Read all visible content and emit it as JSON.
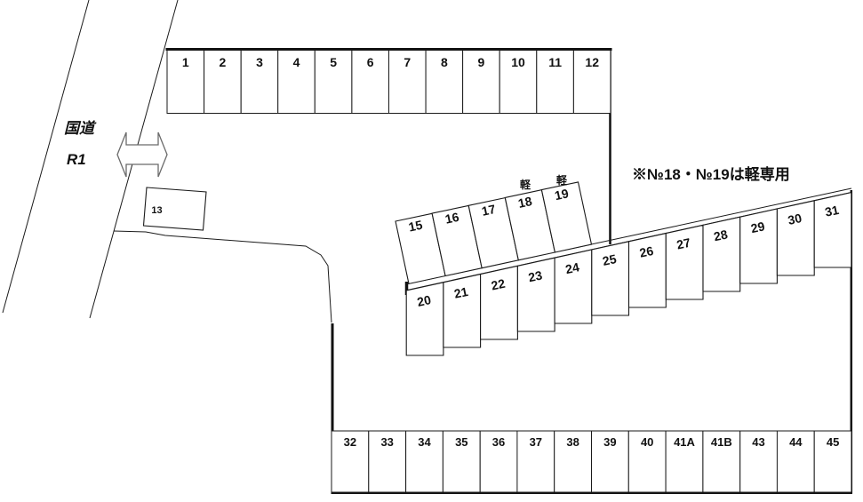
{
  "road": {
    "name": "国道",
    "route": "R1"
  },
  "note": "※№18・№19は軽専用",
  "kei_mark": "軽",
  "spaces": {
    "top_row": [
      "1",
      "2",
      "3",
      "4",
      "5",
      "6",
      "7",
      "8",
      "9",
      "10",
      "11",
      "12"
    ],
    "standalone": "13",
    "upper_diag": [
      "15",
      "16",
      "17",
      "18",
      "19"
    ],
    "lower_diag": [
      "20",
      "21",
      "22",
      "23",
      "24",
      "25",
      "26",
      "27",
      "28",
      "29",
      "30",
      "31"
    ],
    "bottom_row": [
      "32",
      "33",
      "34",
      "35",
      "36",
      "37",
      "38",
      "39",
      "40",
      "41A",
      "41B",
      "43",
      "44",
      "45"
    ]
  }
}
